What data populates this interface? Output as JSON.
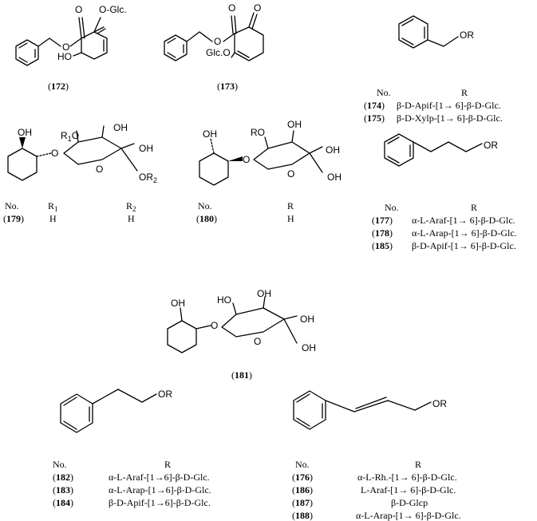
{
  "atoms": {
    "oglc": "O-Glc.",
    "ho": "HO",
    "o": "O",
    "glco": "Glc.O",
    "or": "OR",
    "oh": "OH",
    "r1": "R",
    "r1sub": "1",
    "or2": "OR",
    "or2sub": "2",
    "ro": "RO"
  },
  "compounds": {
    "c172": "172",
    "c173": "173",
    "c179": "179",
    "c180": "180",
    "c181": "181"
  },
  "tables": {
    "t174": {
      "no": "No.",
      "r": "R",
      "rows": [
        {
          "id": "174",
          "r": "β-D-Apif-[1→ 6]-β-D-Glc."
        },
        {
          "id": "175",
          "r": "β-D-Xylp-[1→ 6]-β-D-Glc."
        }
      ]
    },
    "t179": {
      "no": "No.",
      "r1": "R",
      "r1sub": "1",
      "r2": "R",
      "r2sub": "2",
      "row": {
        "id": "179",
        "r1": "H",
        "r2": "H"
      }
    },
    "t180": {
      "no": "No.",
      "r": "R",
      "row": {
        "id": "180",
        "r": "H"
      }
    },
    "t177": {
      "no": "No.",
      "r": "R",
      "rows": [
        {
          "id": "177",
          "r": "α-L-Araf-[1→ 6]-β-D-Glc."
        },
        {
          "id": "178",
          "r": "α-L-Arap-[1→ 6]-β-D-Glc."
        },
        {
          "id": "185",
          "r": "β-D-Apif-[1→ 6]-β-D-Glc."
        }
      ]
    },
    "t182": {
      "no": "No.",
      "r": "R",
      "rows": [
        {
          "id": "182",
          "r": "α-L-Araf-[1→6]-β-D-Glc."
        },
        {
          "id": "183",
          "r": "α-L-Arap-[1→6]-β-D-Glc."
        },
        {
          "id": "184",
          "r": "β-D-Apif-[1→6]-β-D-Glc."
        }
      ]
    },
    "t176": {
      "no": "No.",
      "r": "R",
      "rows": [
        {
          "id": "176",
          "r": "α-L-Rh.-[1→ 6]-β-D-Glc."
        },
        {
          "id": "186",
          "r": "L-Araf-[1→ 6]-β-D-Glc."
        },
        {
          "id": "187",
          "r": "β-D-Glcp"
        },
        {
          "id": "188",
          "r": "α-L-Arap-[1→ 6]-β-D-Glc."
        }
      ]
    }
  }
}
